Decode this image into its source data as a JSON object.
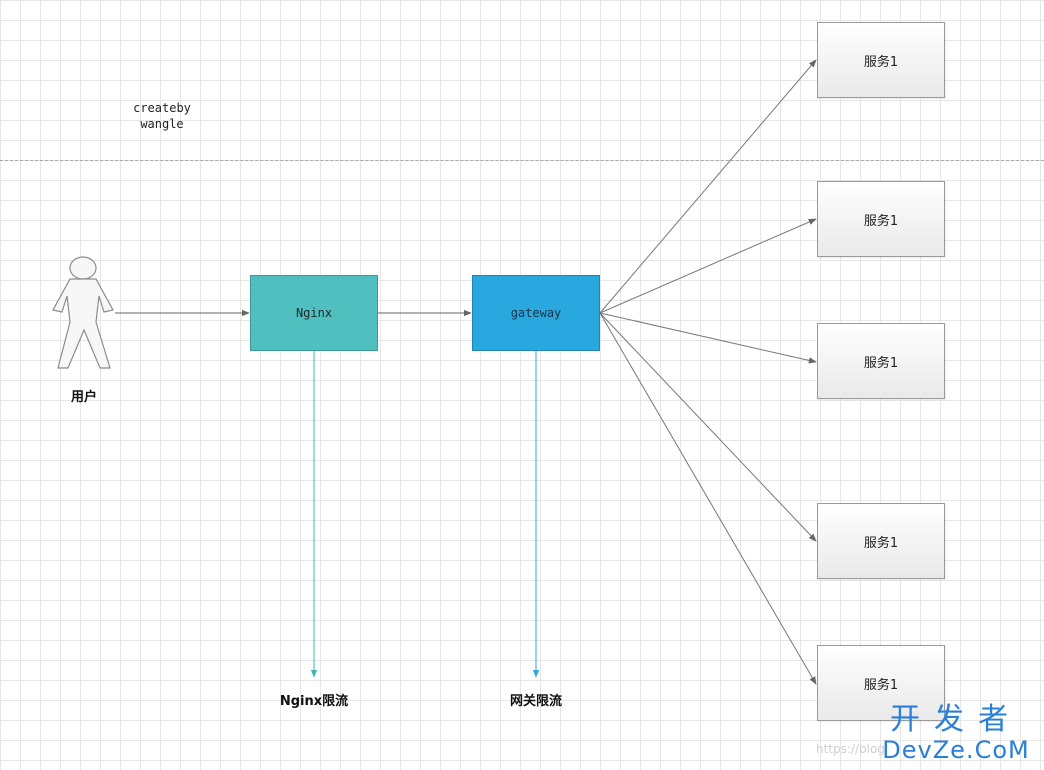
{
  "diagram": {
    "caption": "createby\nwangle",
    "user_label": "用户",
    "nginx_box_label": "Nginx",
    "gateway_box_label": "gateway",
    "nginx_limit_label": "Nginx限流",
    "gateway_limit_label": "网关限流",
    "services": [
      {
        "label": "服务1"
      },
      {
        "label": "服务1"
      },
      {
        "label": "服务1"
      },
      {
        "label": "服务1"
      },
      {
        "label": "服务1"
      }
    ]
  },
  "watermark": {
    "top": "开发者",
    "bottom": "DevZe.CoM",
    "faint": "https://blog"
  },
  "colors": {
    "nginx": "#4fbfbf",
    "gateway": "#29a8df",
    "teal_line": "#3fb6b6",
    "blue_line": "#29a8df",
    "arrow": "#666666",
    "watermark": "#2a7fd6"
  }
}
